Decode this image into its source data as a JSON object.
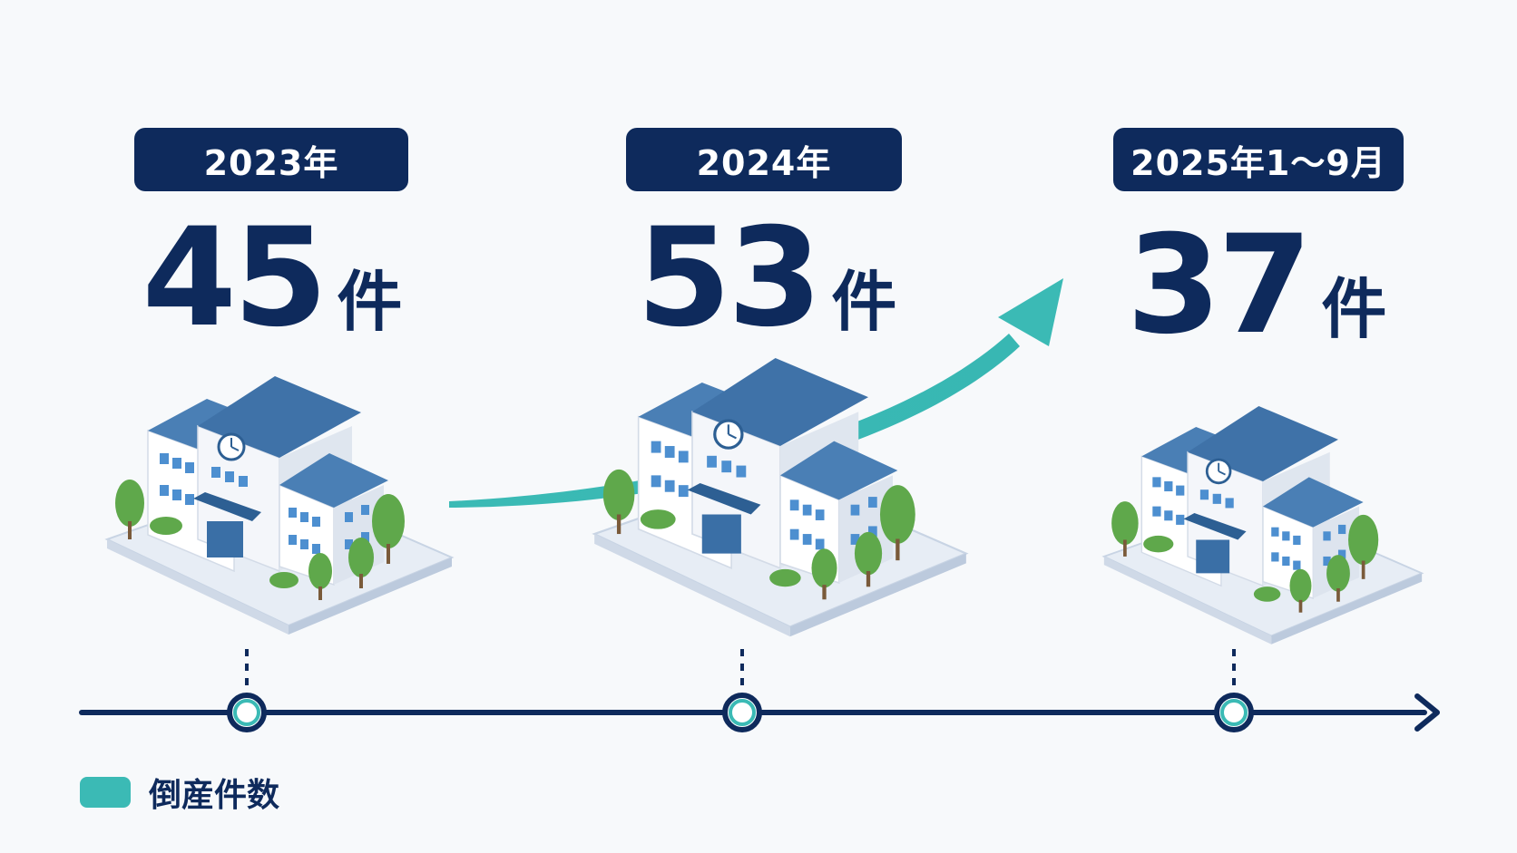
{
  "chart_data": {
    "type": "bar",
    "categories": [
      "2023年",
      "2024年",
      "2025年1～9月"
    ],
    "series": [
      {
        "name": "倒産件数",
        "values": [
          45,
          53,
          37
        ]
      }
    ],
    "unit": "件",
    "legend_position": "bottom-left"
  },
  "colors": {
    "navy": "#0e2a5c",
    "teal": "#3bbab5",
    "roof": "#4a7fb5",
    "tree": "#5fa84b",
    "background": "#f7f9fb"
  },
  "icons": [
    "school-building-icon",
    "trend-arrow-icon",
    "timeline-arrow-icon"
  ]
}
